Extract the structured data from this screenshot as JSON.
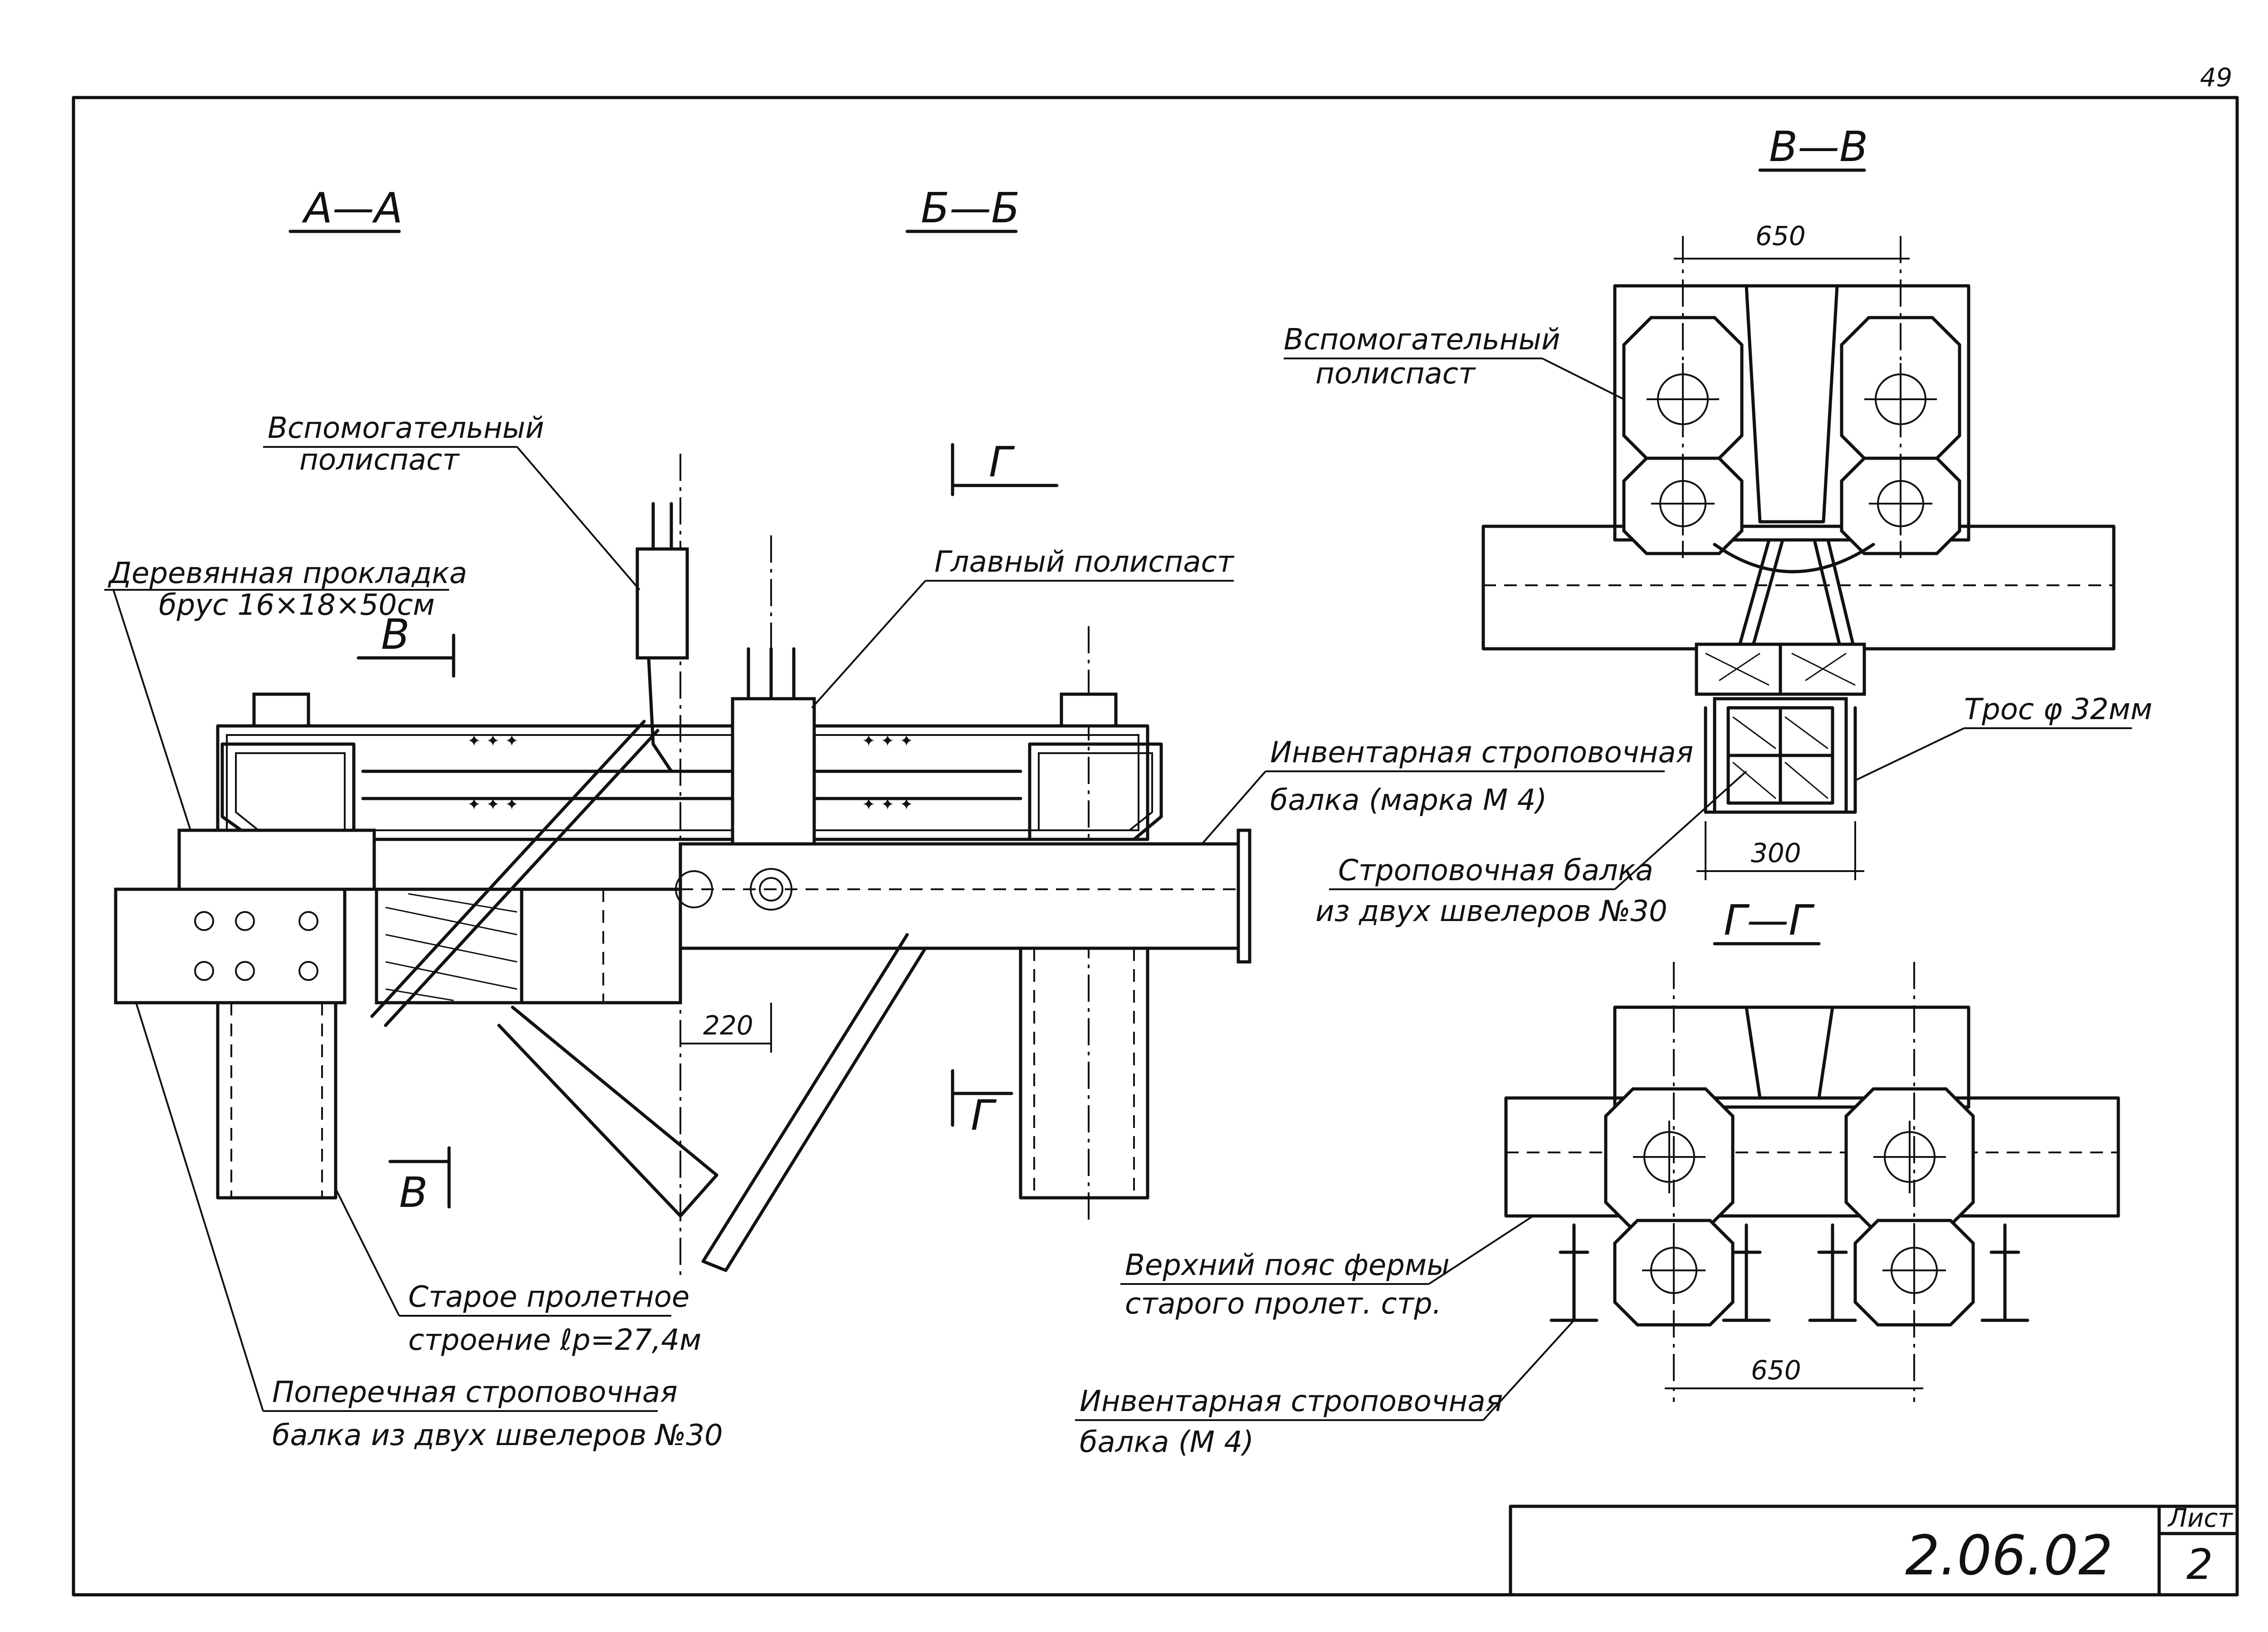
{
  "page_number": "49",
  "sections": {
    "aa": "А—А",
    "bb": "Б—Б",
    "vv": "В—В",
    "gg": "Г—Г"
  },
  "cut_marks": {
    "g_top": "Г",
    "g_bottom": "Г",
    "v_top": "В",
    "v_bottom": "В"
  },
  "labels": {
    "aux_hoist_1_line1": "Вспомогательный",
    "aux_hoist_1_line2": "полиспаст",
    "wood_pad_line1": "Деревянная прокладка",
    "wood_pad_line2": "брус 16×18×50см",
    "main_hoist": "Главный полиспаст",
    "inv_beam_1_line1": "Инвентарная строповочная",
    "inv_beam_1_line2": "балка (марка М 4)",
    "old_span_line1": "Старое пролетное",
    "old_span_line2": "строение ℓр=27,4м",
    "cross_beam_line1": "Поперечная строповочная",
    "cross_beam_line2": "балка из двух швелеров №30",
    "aux_hoist_2_line1": "Вспомогательный",
    "aux_hoist_2_line2": "полиспаст",
    "cable": "Трос φ 32мм",
    "sling_beam_line1": "Строповочная балка",
    "sling_beam_line2": "из двух швелеров №30",
    "top_chord_line1": "Верхний пояс фермы",
    "top_chord_line2": "старого пролет. стр.",
    "inv_beam_2_line1": "Инвентарная строповочная",
    "inv_beam_2_line2": "балка   (М 4)"
  },
  "dimensions": {
    "d220": "220",
    "d650_top": "650",
    "d300": "300",
    "d650_bottom": "650"
  },
  "title_block": {
    "code": "2.06.02",
    "sheet_label": "Лист",
    "sheet_number": "2"
  }
}
